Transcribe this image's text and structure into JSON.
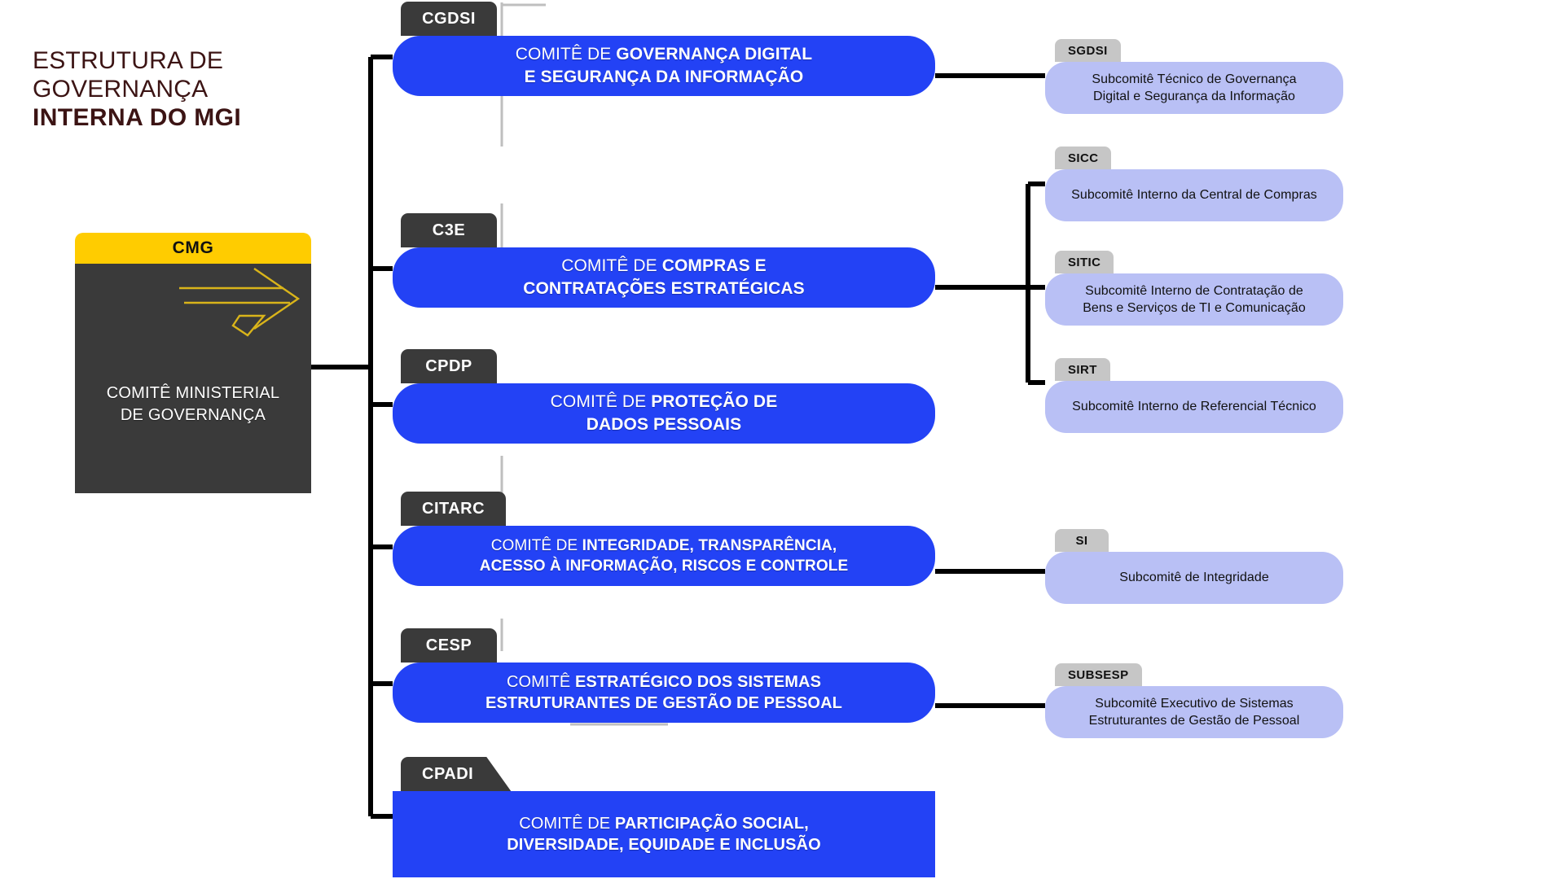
{
  "title": {
    "line1": "ESTRUTURA DE",
    "line2": "GOVERNANÇA",
    "line3": "INTERNA DO MGI",
    "color": "#3C1414"
  },
  "colors": {
    "root_header": "#FFCC00",
    "root_body": "#3A3A3A",
    "committee_body": "#2342F5",
    "committee_tab": "#3A3A3A",
    "subcommittee_tab": "#C6C6C6",
    "subcommittee_body": "#B9C0F5",
    "connector": "#000000"
  },
  "root": {
    "acronym": "CMG",
    "name_line1": "COMITÊ MINISTERIAL",
    "name_line2": "DE GOVERNANÇA"
  },
  "committees": [
    {
      "acronym": "CGDSI",
      "name_line1_plain": "COMITÊ DE ",
      "name_line1_bold": "GOVERNANÇA DIGITAL",
      "name_line2_bold": "E SEGURANÇA DA INFORMAÇÃO",
      "full_name": "COMITÊ DE GOVERNANÇA DIGITAL E SEGURANÇA DA INFORMAÇÃO"
    },
    {
      "acronym": "C3E",
      "name_line1_plain": "COMITÊ DE ",
      "name_line1_bold": "COMPRAS E",
      "name_line2_bold": "CONTRATAÇÕES ESTRATÉGICAS",
      "full_name": "COMITÊ DE COMPRAS E CONTRATAÇÕES ESTRATÉGICAS"
    },
    {
      "acronym": "CPDP",
      "name_line1_plain": "COMITÊ DE ",
      "name_line1_bold": "PROTEÇÃO DE",
      "name_line2_bold": "DADOS PESSOAIS",
      "full_name": "COMITÊ DE PROTEÇÃO DE DADOS PESSOAIS"
    },
    {
      "acronym": "CITARC",
      "name_line1_plain": "COMITÊ DE ",
      "name_line1_bold": "INTEGRIDADE, TRANSPARÊNCIA,",
      "name_line2_bold": "ACESSO À INFORMAÇÃO, RISCOS E CONTROLE",
      "full_name": "COMITÊ DE INTEGRIDADE, TRANSPARÊNCIA, ACESSO À INFORMAÇÃO, RISCOS E CONTROLE"
    },
    {
      "acronym": "CESP",
      "name_line1_plain": "COMITÊ ",
      "name_line1_bold": "ESTRATÉGICO DOS SISTEMAS",
      "name_line2_bold": "ESTRUTURANTES DE GESTÃO DE PESSOAL",
      "full_name": "COMITÊ ESTRATÉGICO DOS SISTEMAS ESTRUTURANTES DE GESTÃO DE PESSOAL"
    },
    {
      "acronym": "CPADI",
      "name_line1_plain": "COMITÊ DE ",
      "name_line1_bold": "PARTICIPAÇÃO SOCIAL,",
      "name_line2_bold": "DIVERSIDADE, EQUIDADE E INCLUSÃO",
      "full_name": "COMITÊ DE PARTICIPAÇÃO SOCIAL, DIVERSIDADE, EQUIDADE E INCLUSÃO"
    }
  ],
  "subcommittees": [
    {
      "acronym": "SGDSI",
      "parent": "CGDSI",
      "name_line1": "Subcomitê Técnico de Governança",
      "name_line2": "Digital e Segurança da Informação",
      "full_name": "Subcomitê Técnico de Governança Digital e Segurança da Informação"
    },
    {
      "acronym": "SICC",
      "parent": "C3E",
      "name_line1": "Subcomitê Interno da Central de Compras",
      "name_line2": "",
      "full_name": "Subcomitê Interno da Central de Compras"
    },
    {
      "acronym": "SITIC",
      "parent": "C3E",
      "name_line1": "Subcomitê Interno de Contratação de",
      "name_line2": "Bens e Serviços de TI e Comunicação",
      "full_name": "Subcomitê Interno de Contratação de Bens e Serviços de TI e Comunicação"
    },
    {
      "acronym": "SIRT",
      "parent": "C3E",
      "name_line1": "Subcomitê Interno de Referencial Técnico",
      "name_line2": "",
      "full_name": "Subcomitê Interno de Referencial Técnico"
    },
    {
      "acronym": "SI",
      "parent": "CITARC",
      "name_line1": "Subcomitê de Integridade",
      "name_line2": "",
      "full_name": "Subcomitê de Integridade"
    },
    {
      "acronym": "SUBSESP",
      "parent": "CESP",
      "name_line1": "Subcomitê Executivo de Sistemas",
      "name_line2": "Estruturantes de Gestão de Pessoal",
      "full_name": "Subcomitê Executivo de Sistemas Estruturantes de Gestão de Pessoal"
    }
  ]
}
